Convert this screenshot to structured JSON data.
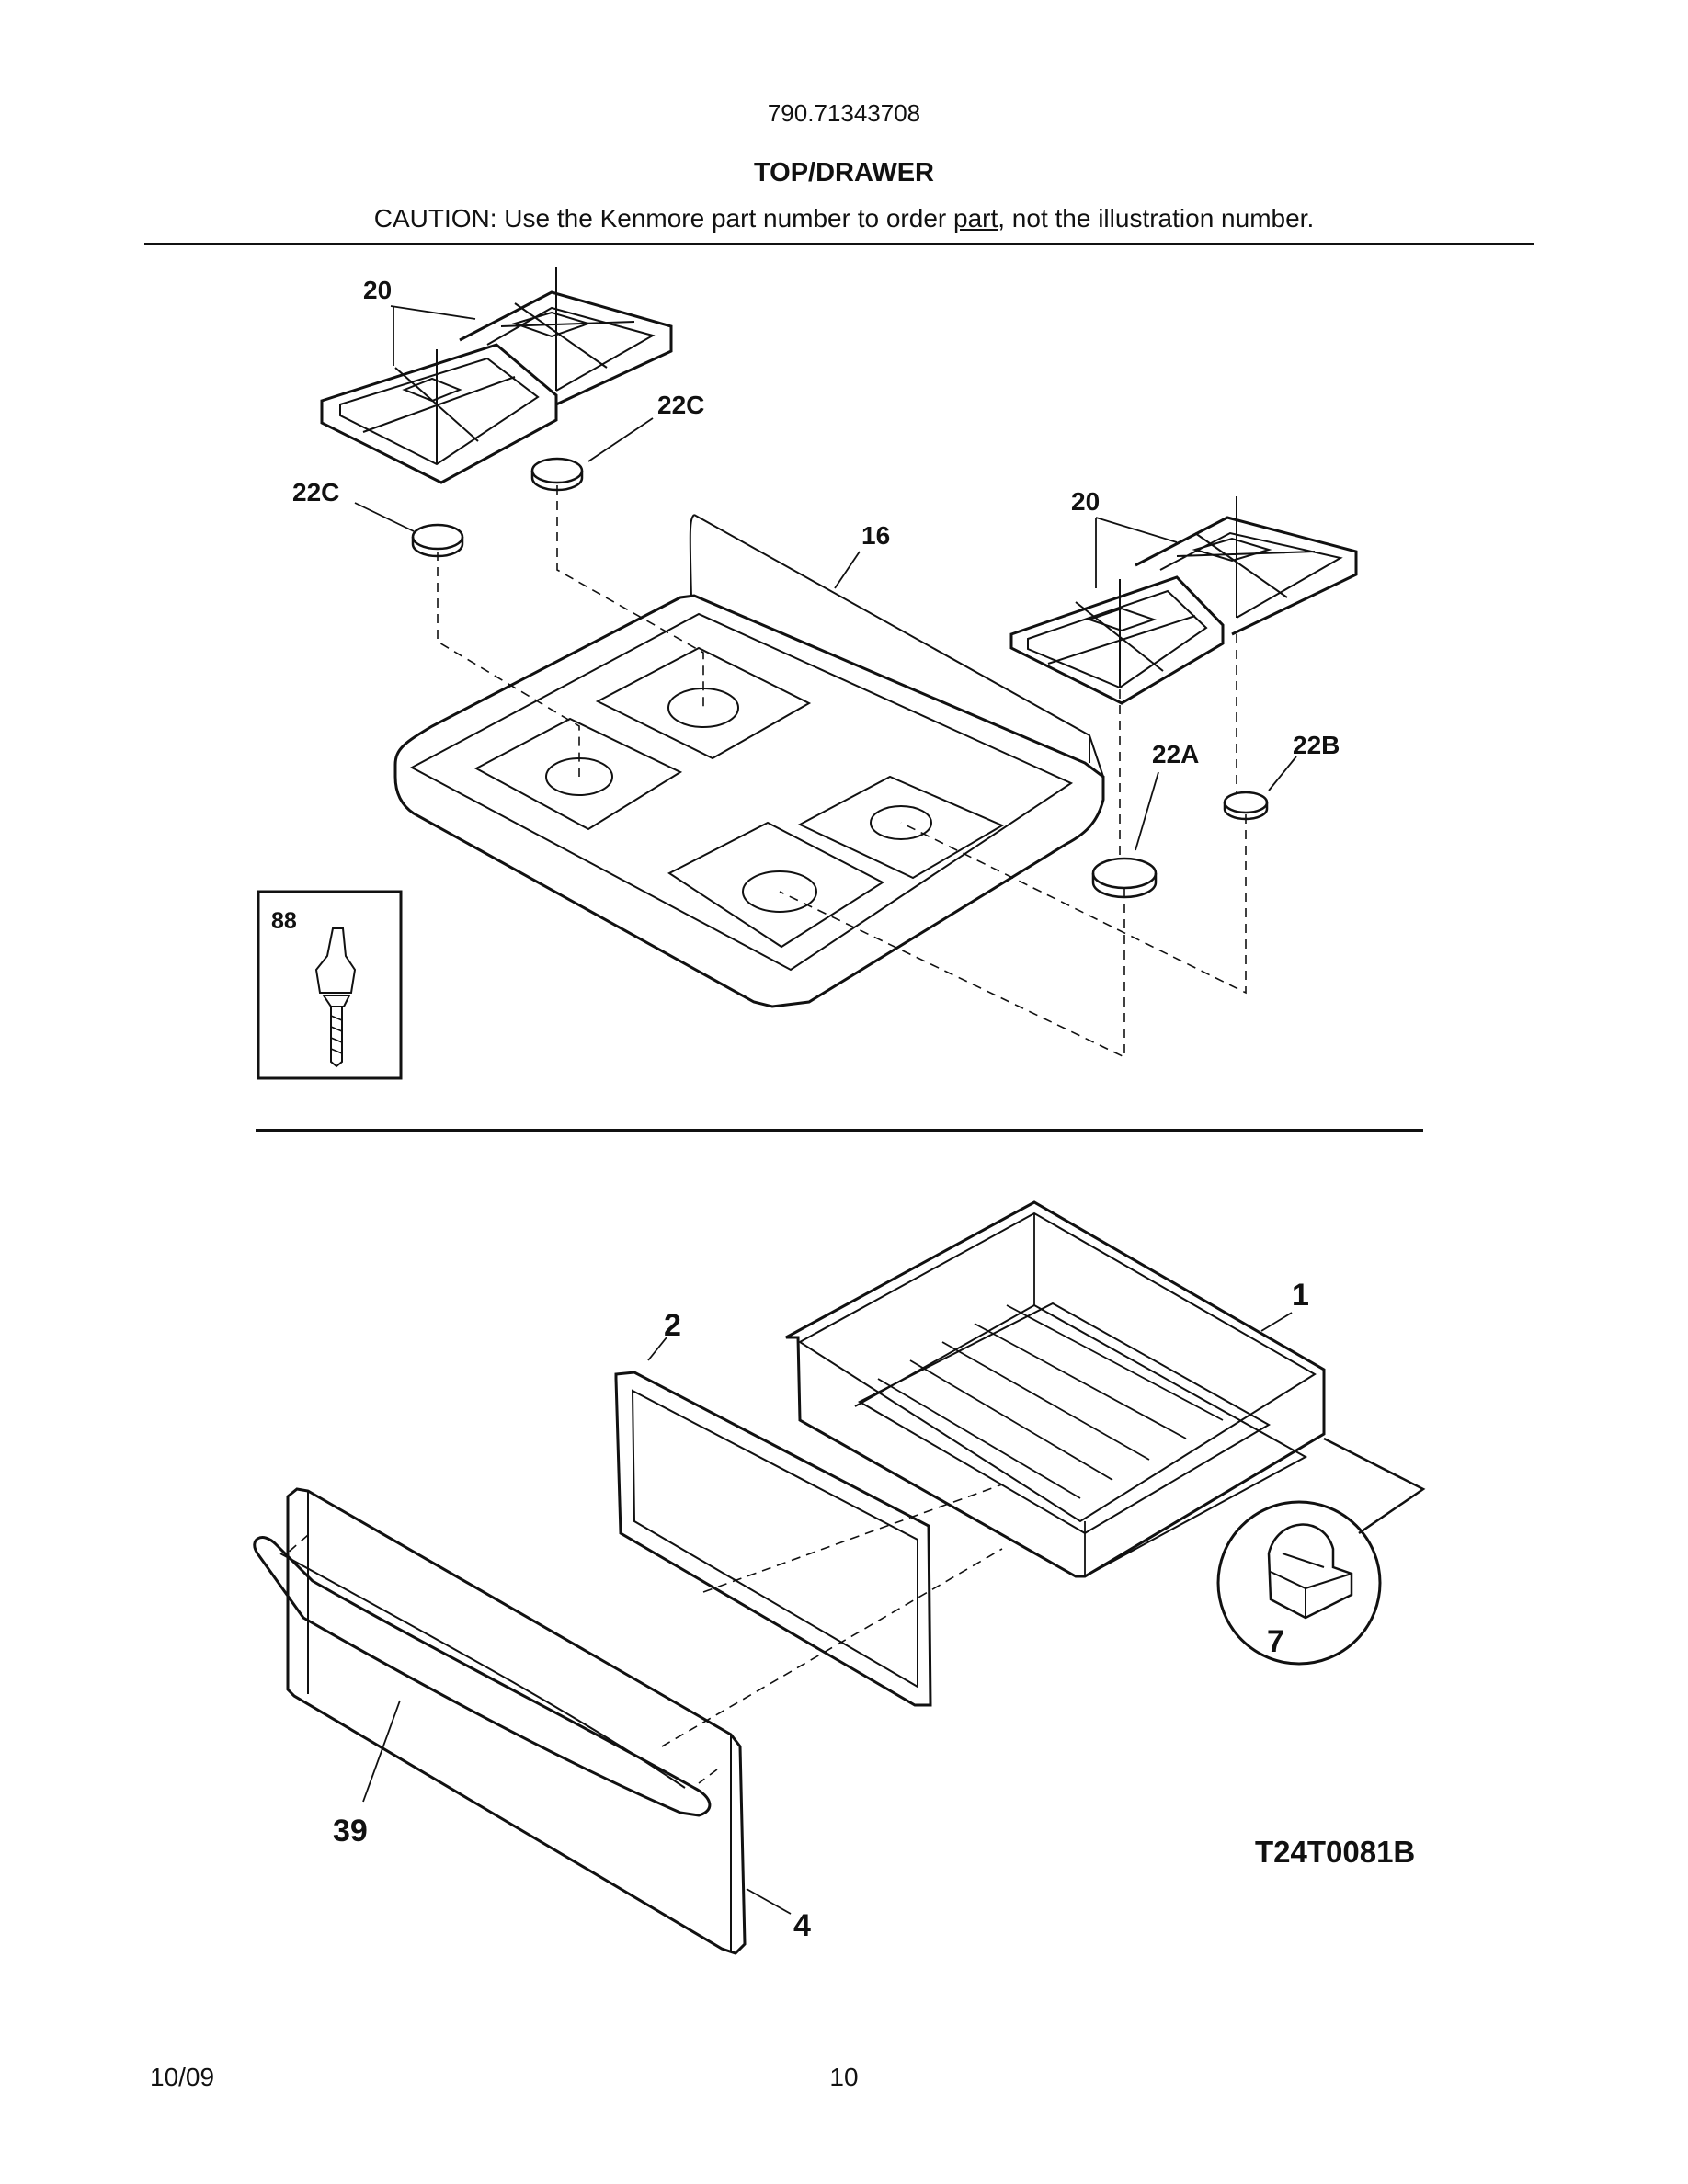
{
  "header": {
    "model_number": "790.71343708",
    "title": "TOP/DRAWER",
    "caution_pre": "CAUTION: Use the Kenmore part number to order ",
    "caution_link": "part",
    "caution_post": ", not the illustration number."
  },
  "diagram": {
    "callouts": {
      "grates_left": "20",
      "cap_upper": "22C",
      "cap_left": "22C",
      "cooktop": "16",
      "grates_right": "20",
      "cap_a": "22A",
      "cap_b": "22B",
      "screw_box": "88",
      "drawer_body": "1",
      "drawer_liner": "2",
      "clip": "7",
      "handle": "39",
      "drawer_front": "4"
    },
    "figure_code": "T24T0081B"
  },
  "footer": {
    "date": "10/09",
    "page": "10"
  }
}
